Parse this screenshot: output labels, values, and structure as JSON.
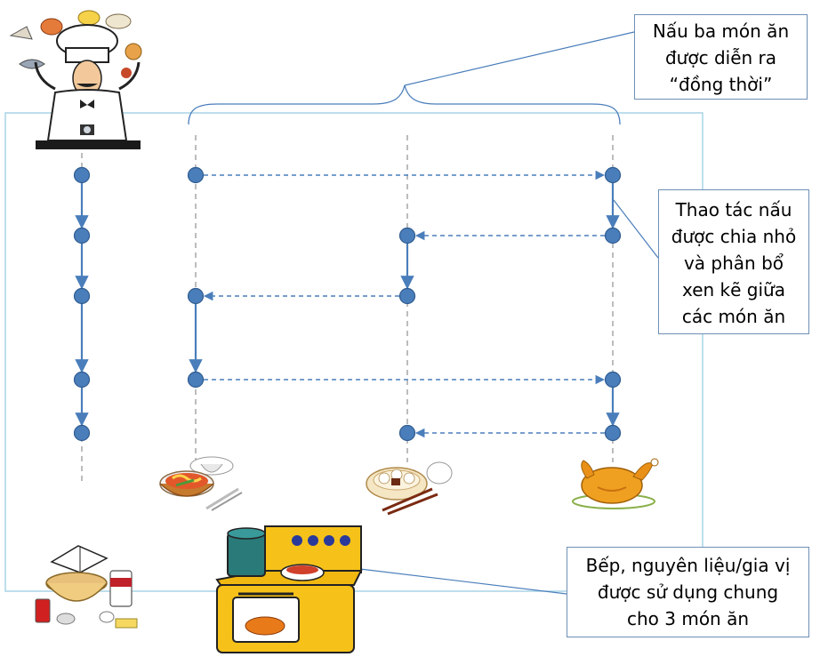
{
  "callouts": {
    "concurrent": "Nấu ba món ăn\nđược diễn ra\n“đồng thời”",
    "interleave": "Thao tác nấu\nđược chia nhỏ\nvà phân bổ\nxen kẽ giữa\ncác món ăn",
    "shared": "Bếp, nguyên liệu/gia vị\nđược sử dụng chung\ncho 3 món ăn"
  },
  "colors": {
    "node_fill": "#4a7ebb",
    "node_stroke": "#2f5b8f",
    "arrow": "#4a7ebb",
    "timeline": "#a6a6a6",
    "frame": "#a9d4e6",
    "callout_border": "#6f8fb5"
  },
  "icons": {
    "chef": "chef-illustration-icon",
    "dish_1": "noodle-bowl-icon",
    "dish_2": "dumpling-plate-icon",
    "dish_3": "roast-chicken-icon",
    "ingredients": "ingredients-icon",
    "stove": "stove-icon"
  },
  "timelines": {
    "sequential": {
      "label": "chef-timeline",
      "steps": 5
    },
    "dish_1": {
      "steps": 3
    },
    "dish_2": {
      "steps": 3
    },
    "dish_3": {
      "steps": 4
    }
  }
}
